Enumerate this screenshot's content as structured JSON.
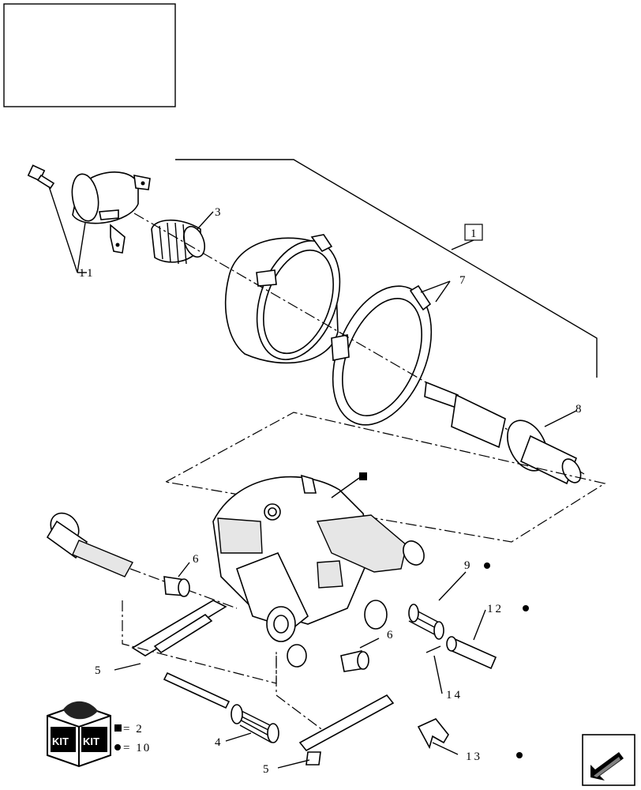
{
  "callouts": {
    "c1": "1",
    "c3": "3",
    "c4": "4",
    "c5a": "5",
    "c5b": "5",
    "c6a": "6",
    "c6b": "6",
    "c7": "7",
    "c8": "8",
    "c9": "9",
    "c11": "11",
    "c12": "12",
    "c13": "13",
    "c14": "14"
  },
  "kit": {
    "badge_text": "KIT",
    "square_qty": "= 2",
    "dot_qty": "= 10"
  },
  "icons": {
    "kit": "kit-box-icon",
    "nav": "arrow-nav-icon",
    "square_marker": "square-marker-icon",
    "dot_marker": "dot-marker-icon"
  }
}
